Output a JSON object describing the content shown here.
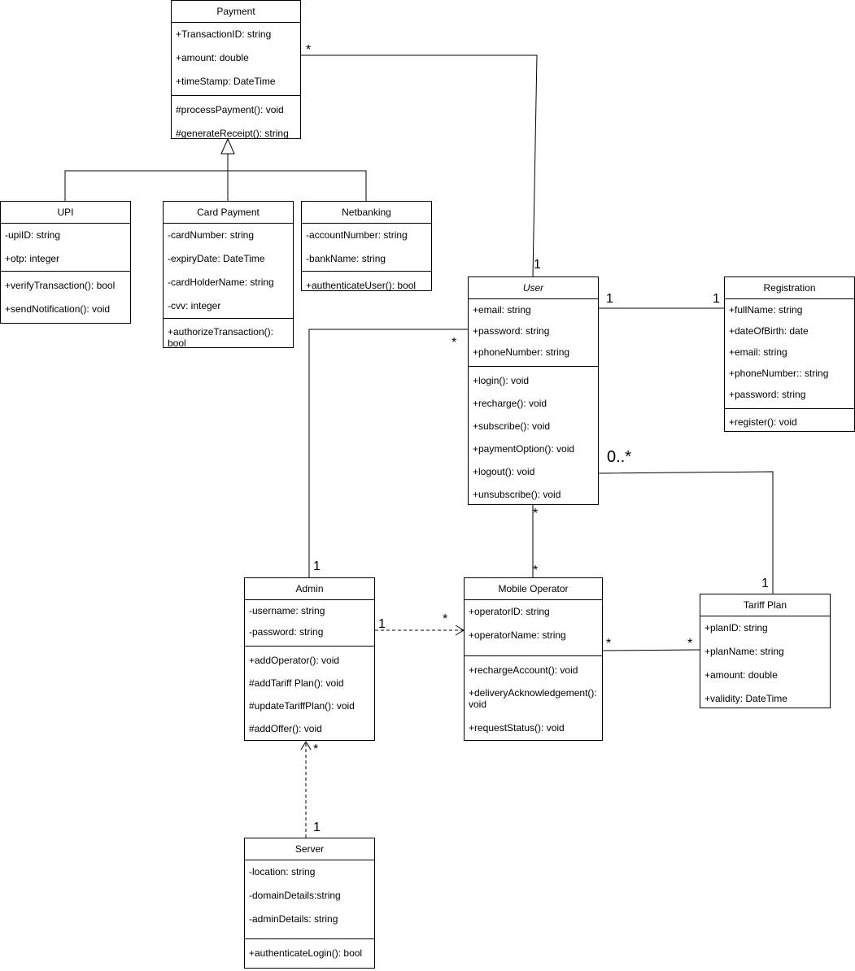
{
  "classes": {
    "payment": {
      "name": "Payment",
      "attributes": [
        "+TransactionID: string",
        "+amount: double",
        "+timeStamp: DateTime"
      ],
      "methods": [
        "#processPayment(): void",
        "#generateReceipt(): string"
      ]
    },
    "upi": {
      "name": "UPI",
      "attributes": [
        "-upiID: string",
        "+otp: integer"
      ],
      "methods": [
        "+verifyTransaction(): bool",
        "+sendNotification(): void"
      ]
    },
    "card_payment": {
      "name": "Card Payment",
      "attributes": [
        "-cardNumber: string",
        "-expiryDate: DateTime",
        "-cardHolderName: string",
        "-cvv: integer"
      ],
      "methods": [
        "+authorizeTransaction(): bool"
      ]
    },
    "netbanking": {
      "name": "Netbanking",
      "attributes": [
        "-accountNumber: string",
        "-bankName: string"
      ],
      "methods": [
        "+authenticateUser(): bool"
      ]
    },
    "user": {
      "name": "User",
      "attributes": [
        "+email: string",
        "+password: string",
        "+phoneNumber: string"
      ],
      "methods": [
        "+login(): void",
        "+recharge(): void",
        "+subscribe(): void",
        "+paymentOption(): void",
        "+logout(): void",
        "+unsubscribe(): void"
      ]
    },
    "registration": {
      "name": "Registration",
      "attributes": [
        "+fullName: string",
        "+dateOfBirth: date",
        "+email: string",
        "+phoneNumber:: string",
        "+password: string"
      ],
      "methods": [
        "+register(): void"
      ]
    },
    "admin": {
      "name": "Admin",
      "attributes": [
        "-username: string",
        "-password: string"
      ],
      "methods": [
        "+addOperator(): void",
        "#addTariff Plan(): void",
        "#updateTariffPlan(): void",
        "#addOffer(): void"
      ]
    },
    "mobile_operator": {
      "name": "Mobile Operator",
      "attributes": [
        "+operatorID: string",
        "+operatorName: string"
      ],
      "methods": [
        "+rechargeAccount(): void",
        "+deliveryAcknowledgement(): void",
        "+requestStatus(): void"
      ]
    },
    "tariff_plan": {
      "name": "Tariff Plan",
      "attributes": [
        "+planID: string",
        "+planName: string",
        "+amount: double",
        "+validity: DateTime"
      ],
      "methods": []
    },
    "server": {
      "name": "Server",
      "attributes": [
        "-location: string",
        "-domainDetails:string",
        "-adminDetails: string"
      ],
      "methods": [
        "+authenticateLogin(): bool"
      ]
    }
  },
  "relationships": [
    {
      "id": "payment-user",
      "from": "payment",
      "to": "user",
      "type": "association",
      "from_mult": "*",
      "to_mult": "1"
    },
    {
      "id": "upi-payment",
      "from": "upi",
      "to": "payment",
      "type": "generalization"
    },
    {
      "id": "card-payment",
      "from": "card_payment",
      "to": "payment",
      "type": "generalization"
    },
    {
      "id": "netbanking-payment",
      "from": "netbanking",
      "to": "payment",
      "type": "generalization"
    },
    {
      "id": "user-registration",
      "from": "user",
      "to": "registration",
      "type": "association",
      "from_mult": "1",
      "to_mult": "1"
    },
    {
      "id": "user-admin",
      "from": "user",
      "to": "admin",
      "type": "association",
      "from_mult": "*",
      "to_mult": "1"
    },
    {
      "id": "user-operator",
      "from": "user",
      "to": "mobile_operator",
      "type": "association",
      "from_mult": "*",
      "to_mult": "*"
    },
    {
      "id": "user-tariff",
      "from": "user",
      "to": "tariff_plan",
      "type": "association",
      "from_mult": "0..*",
      "to_mult": "1"
    },
    {
      "id": "admin-operator",
      "from": "admin",
      "to": "mobile_operator",
      "type": "dependency",
      "from_mult": "1",
      "to_mult": "*"
    },
    {
      "id": "operator-tariff",
      "from": "mobile_operator",
      "to": "tariff_plan",
      "type": "association",
      "from_mult": "*",
      "to_mult": "*"
    },
    {
      "id": "server-admin",
      "from": "server",
      "to": "admin",
      "type": "dependency",
      "from_mult": "1",
      "to_mult": "*"
    }
  ],
  "colors": {
    "line": "#000000",
    "background": "#ffffff"
  }
}
